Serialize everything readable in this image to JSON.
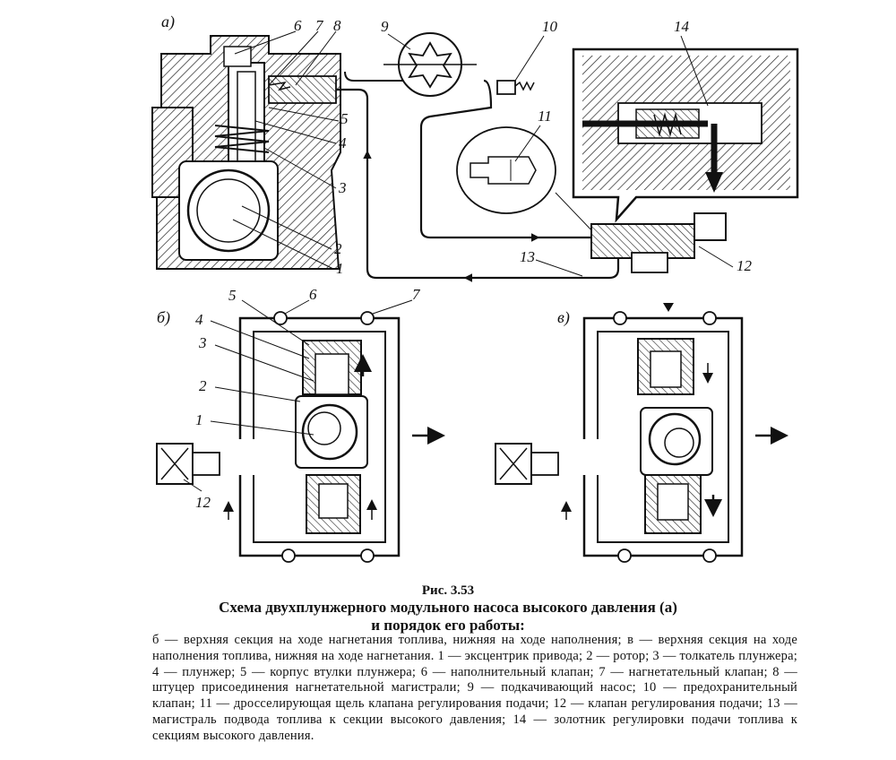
{
  "figure": {
    "view_labels": {
      "a": "а)",
      "b": "б)",
      "c": "в)"
    },
    "callouts_a": [
      "1",
      "2",
      "3",
      "4",
      "5",
      "6",
      "7",
      "8",
      "9",
      "10",
      "11",
      "12",
      "13",
      "14"
    ],
    "callouts_b": [
      "1",
      "2",
      "3",
      "4",
      "5",
      "6",
      "7",
      "12"
    ]
  },
  "caption": {
    "number": "Рис. 3.53",
    "title_line1": "Схема двухплунжерного модульного насоса высокого давления (а)",
    "title_line2": "и порядок его работы:",
    "legend": "б — верхняя секция на ходе нагнетания топлива, нижняя на ходе наполнения; в — верхняя секция на ходе наполнения топлива, нижняя на ходе нагнетания. 1 — эксцентрик привода; 2 — ротор; 3 — толкатель плунжера; 4 — плунжер; 5 — корпус втулки плунжера; 6 — наполнительный клапан; 7 — нагнетательный клапан; 8 — штуцер присоединения нагнетательной магистрали; 9 — подкачивающий насос; 10 — предохранительный клапан; 11 — дросселирующая щель клапана регулирования подачи; 12 — клапан регулирования подачи; 13 — магистраль подвода топлива к секции высокого давления; 14 — золотник регулировки подачи топлива к секциям высокого давления."
  }
}
